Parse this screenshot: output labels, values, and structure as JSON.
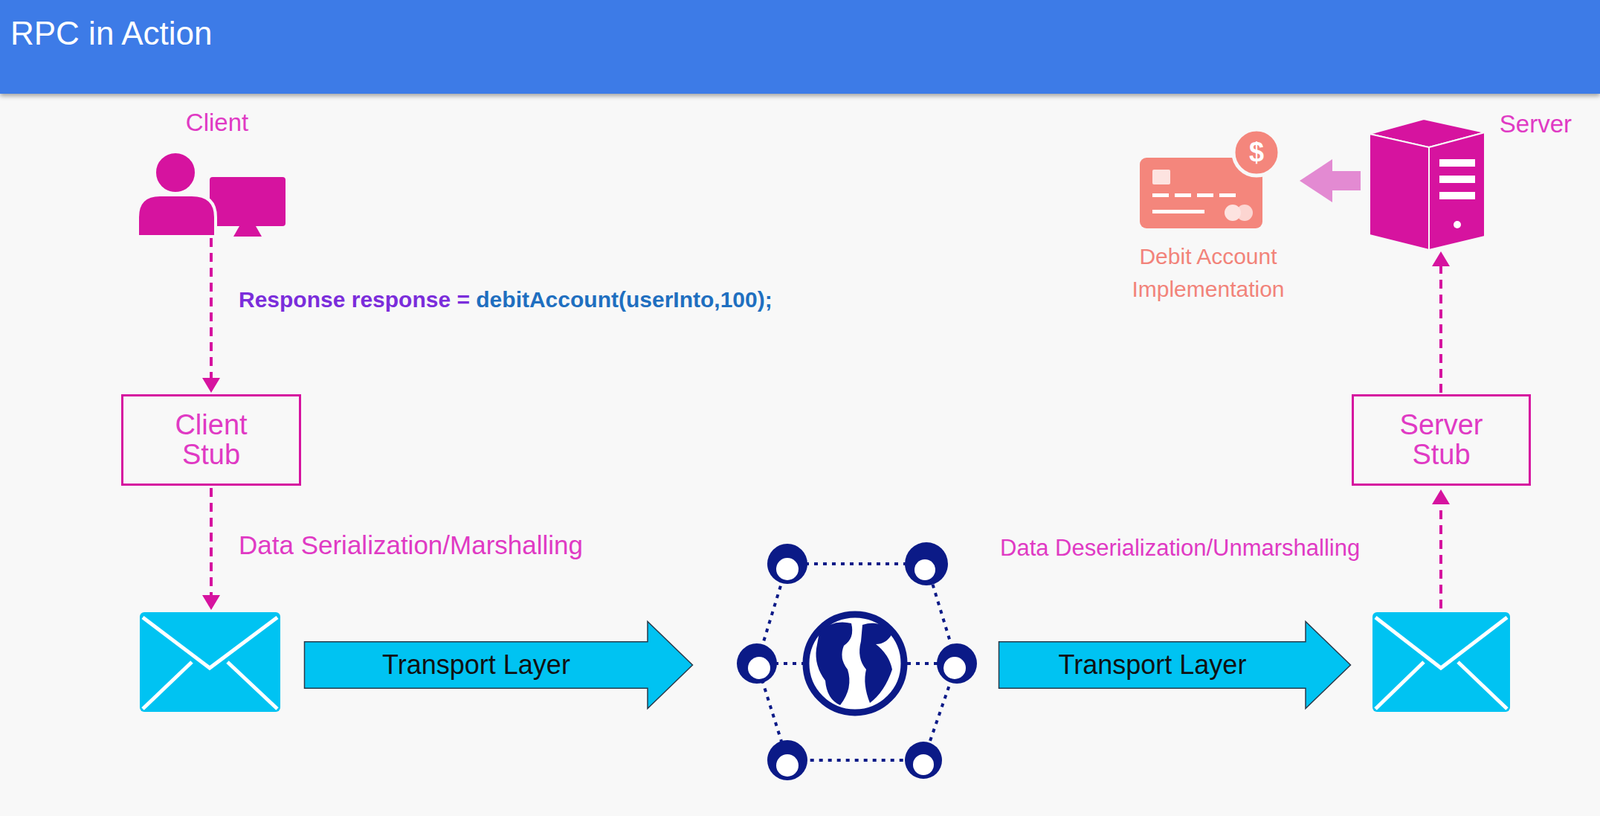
{
  "diagram": {
    "title": "RPC in Action",
    "nodes": [
      {
        "text": [
          "Client"
        ]
      },
      {
        "text": [
          "Client Stub"
        ]
      },
      {
        "text": [
          "Transport Layer"
        ]
      },
      {
        "text": [
          "Transport Layer"
        ]
      },
      {
        "text": [
          "Server Stub"
        ]
      },
      {
        "text": [
          "Server"
        ]
      },
      {
        "text": [
          "Debit Account Implementation"
        ]
      }
    ],
    "edges": [
      {
        "from": 0,
        "to": 1,
        "arrow": "to"
      },
      {
        "from": 4,
        "to": 5,
        "arrow": "to"
      },
      {
        "from": 5,
        "to": 6,
        "arrow": "to"
      }
    ],
    "labels": [
      "Response response = debitAccount(userInto,100);",
      "Data Serialization/Marshalling",
      "Data Deserialization/Unmarshalling",
      "$"
    ]
  }
}
